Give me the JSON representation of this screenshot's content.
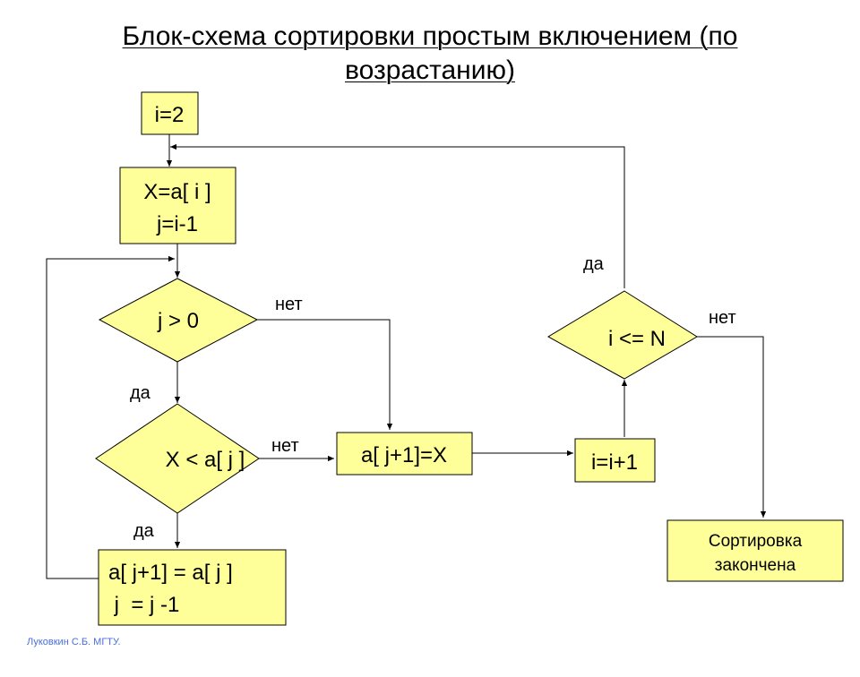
{
  "title": "Блок-схема сортировки простым включением (по возрастанию)",
  "footer": "Луковкин С.Б. МГТУ.",
  "colors": {
    "node_fill": "#ffff99",
    "stroke": "#000000",
    "footer_text": "#4a6ed8"
  },
  "nodes": {
    "init": {
      "line1": "i=2"
    },
    "assign": {
      "line1": "X=a[ i ]",
      "line2": "j=i-1"
    },
    "cond_j": {
      "text": "j  > 0"
    },
    "cond_x": {
      "text": "X < a[ j ]"
    },
    "insert": {
      "text": "a[ j+1]=X"
    },
    "shift": {
      "line1": "a[ j+1] = a[ j ]",
      "line2": " j  = j -1"
    },
    "incr": {
      "text": "i=i+1"
    },
    "cond_i": {
      "text": "i <= N"
    },
    "done": {
      "line1": "Сортировка",
      "line2": "закончена"
    }
  },
  "labels": {
    "cond_j_no": "нет",
    "cond_j_yes": "да",
    "cond_x_no": "нет",
    "cond_x_yes": "да",
    "cond_i_yes": "да",
    "cond_i_no": "нет"
  }
}
